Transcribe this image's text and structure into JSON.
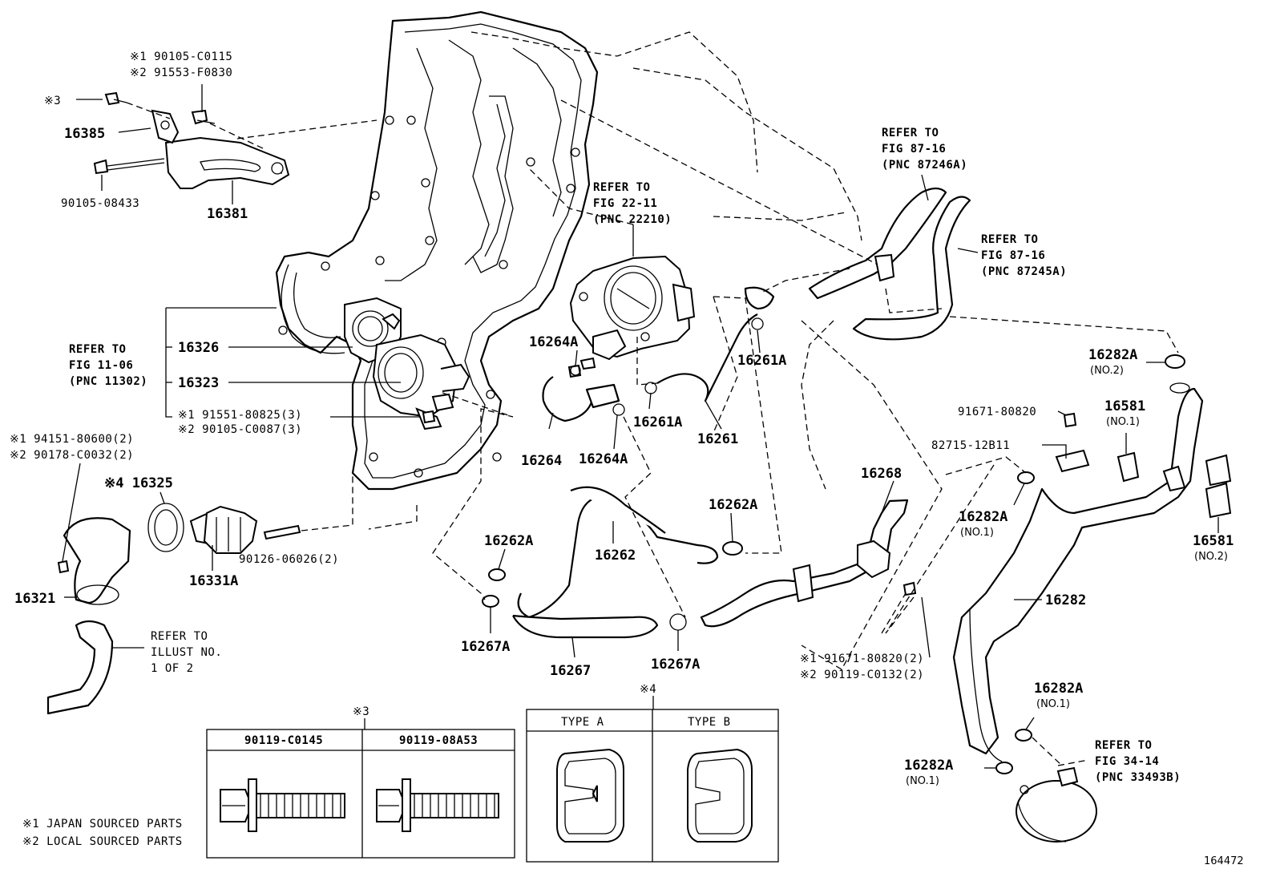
{
  "diagram_id": "164472",
  "notes": {
    "n1": "※1 JAPAN SOURCED PARTS",
    "n2": "※2 LOCAL SOURCED PARTS"
  },
  "labels": {
    "p90105C0115": "※1 90105-C0115",
    "p91553F0830": "※2 91553-F0830",
    "mark3": "※3",
    "p16385": "16385",
    "p9010508433": "90105-08433",
    "p16381": "16381",
    "refer1106": [
      "REFER TO",
      "FIG 11-06",
      "(PNC 11302)"
    ],
    "p16326": "16326",
    "p16323": "16323",
    "p9155180825": "※1 91551-80825(3)",
    "p90105C0087": "※2 90105-C0087(3)",
    "p9415180600": "※1 94151-80600(2)",
    "p90178C0032": "※2 90178-C0032(2)",
    "p16325": "※4 16325",
    "p9012606026": "90126-06026(2)",
    "p16331A": "16331A",
    "p16321": "16321",
    "referIllust": [
      "REFER TO",
      "ILLUST NO.",
      "1 OF 2"
    ],
    "refer2211": [
      "REFER TO",
      "FIG 22-11",
      "(PNC 22210)"
    ],
    "p16264A_a": "16264A",
    "p16264": "16264",
    "p16264A_b": "16264A",
    "p16261A_a": "16261A",
    "p16261A_b": "16261A",
    "p16261": "16261",
    "p16262A_a": "16262A",
    "p16262A_b": "16262A",
    "p16262": "16262",
    "p16267A_a": "16267A",
    "p16267A_b": "16267A",
    "p16267": "16267",
    "p16268": "16268",
    "refer8716a": [
      "REFER TO",
      "FIG 87-16",
      "(PNC 87246A)"
    ],
    "refer8716b": [
      "REFER TO",
      "FIG 87-16",
      "(PNC 87245A)"
    ],
    "p16282A_no2": "16282A",
    "no2_a": "(NO.2)",
    "p9167180820": "91671-80820",
    "p16581_no1": "16581",
    "no1_a": "(NO.1)",
    "p8271512B11": "82715-12B11",
    "p16282A_no1a": "16282A",
    "no1_b": "(NO.1)",
    "p16581_no2": "16581",
    "no2_b": "(NO.2)",
    "p16282": "16282",
    "p9167180820b": "※1 91671-80820(2)",
    "p90119C0132": "※2 90119-C0132(2)",
    "p16282A_no1b": "16282A",
    "no1_c": "(NO.1)",
    "p16282A_no1c": "16282A",
    "no1_d": "(NO.1)",
    "refer3414": [
      "REFER TO",
      "FIG 34-14",
      "(PNC 33493B)"
    ]
  },
  "table3": {
    "mark": "※3",
    "col1": "90119-C0145",
    "col2": "90119-08A53"
  },
  "table4": {
    "mark": "※4",
    "col1": "TYPE A",
    "col2": "TYPE B"
  }
}
